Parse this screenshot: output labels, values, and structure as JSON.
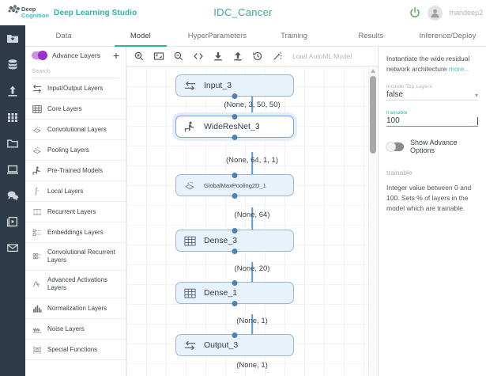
{
  "topbar": {
    "logo_deep": "Deep",
    "logo_cognition": "Cognition",
    "brand": "Deep Learning Studio",
    "project_title": "IDC_Cancer",
    "power_icon": "power-icon",
    "avatar_icon": "avatar-icon",
    "username": "mandeep2"
  },
  "tabs": [
    {
      "label": "Data",
      "active": false
    },
    {
      "label": "Model",
      "active": true
    },
    {
      "label": "HyperParameters",
      "active": false
    },
    {
      "label": "Training",
      "active": false
    },
    {
      "label": "Results",
      "active": false
    },
    {
      "label": "Inference/Deploy",
      "active": false
    }
  ],
  "rail": [
    {
      "icon": "star-folder-icon"
    },
    {
      "icon": "database-icon"
    },
    {
      "icon": "upload-icon"
    },
    {
      "icon": "grid-apps-icon"
    },
    {
      "icon": "folder-icon"
    },
    {
      "icon": "laptop-icon"
    },
    {
      "icon": "chat-bubbles-icon"
    },
    {
      "icon": "video-library-icon"
    },
    {
      "icon": "mail-icon"
    }
  ],
  "layers_panel": {
    "advance_layers_label": "Advance Layers",
    "advance_layers_on": true,
    "add_label": "+",
    "search_placeholder": "Search",
    "items": [
      {
        "label": "Input/Output Layers",
        "icon": "io-arrows-icon"
      },
      {
        "label": "Core Layers",
        "icon": "core-grid-icon"
      },
      {
        "label": "Convolutional Layers",
        "icon": "conv-icon"
      },
      {
        "label": "Pooling Layers",
        "icon": "pooling-icon"
      },
      {
        "label": "Pre-Trained Models",
        "icon": "pretrained-icon"
      },
      {
        "label": "Local Layers",
        "icon": "local-icon"
      },
      {
        "label": "Recurrent Layers",
        "icon": "recurrent-icon"
      },
      {
        "label": "Embeddings Layers",
        "icon": "embeddings-icon"
      },
      {
        "label": "Convolutional Recurrent Layers",
        "icon": "conv-recurrent-icon"
      },
      {
        "label": "Advanced Activations Layers",
        "icon": "activations-icon"
      },
      {
        "label": "Normalization Layers",
        "icon": "normalization-icon"
      },
      {
        "label": "Noise Layers",
        "icon": "noise-icon"
      },
      {
        "label": "Special Functions",
        "icon": "special-functions-icon"
      }
    ]
  },
  "canvas_toolbar": {
    "tools": [
      {
        "icon": "zoom-in-icon"
      },
      {
        "icon": "fit-screen-icon"
      },
      {
        "icon": "zoom-out-icon"
      },
      {
        "icon": "code-icon"
      },
      {
        "icon": "download-icon"
      },
      {
        "icon": "upload-model-icon"
      },
      {
        "icon": "history-icon"
      },
      {
        "icon": "magic-wand-icon"
      }
    ],
    "automl_label": "Load AutoML Model",
    "automl_caret": "▾",
    "confirm_icon": "check-icon"
  },
  "graph": {
    "nodes": [
      {
        "id": "input_3",
        "label": "Input_3",
        "icon": "io-arrows-icon",
        "selected": false,
        "small": false,
        "shape": "(None, 3, 50, 50)"
      },
      {
        "id": "wideresnet",
        "label": "WideResNet_3",
        "icon": "pretrained-icon",
        "selected": true,
        "small": false,
        "shape": "(None, 64, 1, 1)"
      },
      {
        "id": "gmp2d",
        "label": "GlobalMaxPooling2D_1",
        "icon": "pooling-icon",
        "selected": false,
        "small": true,
        "shape": "(None, 64)"
      },
      {
        "id": "dense_3",
        "label": "Dense_3",
        "icon": "core-grid-icon",
        "selected": false,
        "small": false,
        "shape": "(None, 20)"
      },
      {
        "id": "dense_1",
        "label": "Dense_1",
        "icon": "core-grid-icon",
        "selected": false,
        "small": false,
        "shape": "(None, 1)"
      },
      {
        "id": "output_3",
        "label": "Output_3",
        "icon": "io-arrows-icon",
        "selected": false,
        "small": false,
        "shape": "(None, 1)"
      }
    ]
  },
  "properties": {
    "description": "Instantiate the wide residual network architecture ",
    "more_link": "more...",
    "include_top": {
      "label": "Include Top Layers",
      "value": "false",
      "caret": "▾"
    },
    "trainable": {
      "label": "trainable",
      "value": "100",
      "focused": true
    },
    "show_advance": {
      "label": "Show Advance Options",
      "on": false
    },
    "help_title": "trainable",
    "help_body": "Integer value between 0 and 100. Sets % of layers in the model which are trainable."
  },
  "colors": {
    "brand_teal": "#2bb3a3",
    "logo_cyan": "#3bbfd6",
    "rail_dark": "#2f3b49",
    "node_fill": "#e8f2fa",
    "node_border": "#9fb6cc",
    "edge_blue": "#5b9bd5",
    "toggle_purple": "#9b30c9",
    "check_green": "#2eaa4e"
  }
}
